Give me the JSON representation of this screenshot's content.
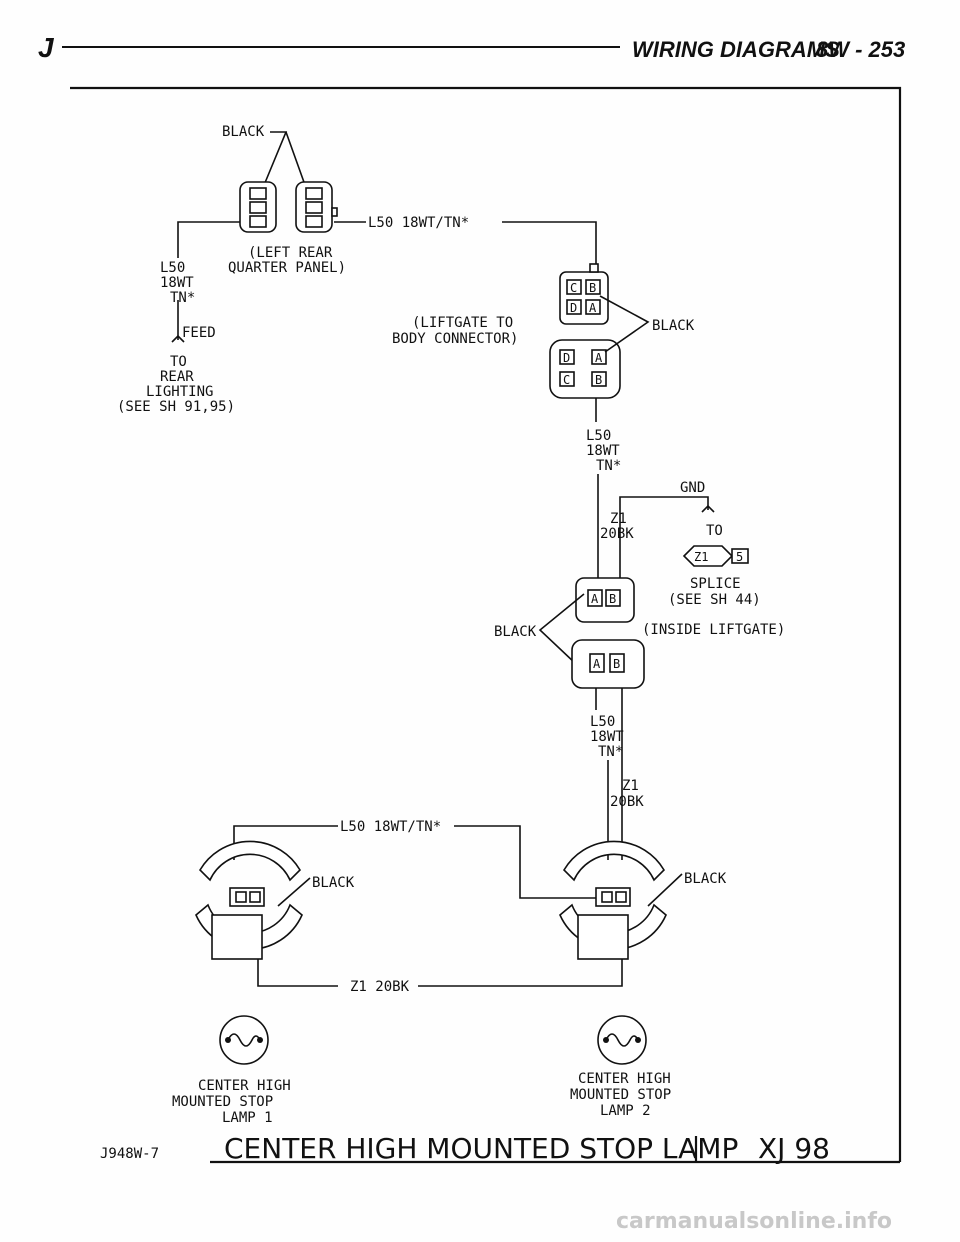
{
  "header": {
    "letter": "J",
    "title": "WIRING DIAGRAMS",
    "page": "8W - 253"
  },
  "footer": {
    "code": "J948W-7",
    "title": "CENTER HIGH MOUNTED STOP LAMP",
    "model": "XJ 98"
  },
  "labels": {
    "black_top": "BLACK",
    "circuit_top": "L50 18WT/TN*",
    "left_rear_1": "(LEFT REAR",
    "left_rear_2": "QUARTER PANEL)",
    "l50_left_1": "L50",
    "l50_left_2": "18WT",
    "l50_left_3": "TN*",
    "feed": "FEED",
    "to_rear_1": "TO",
    "to_rear_2": "REAR",
    "to_rear_3": "LIGHTING",
    "to_rear_4": "(SEE SH 91,95)",
    "liftgate_1": "(LIFTGATE TO",
    "liftgate_2": "BODY CONNECTOR)",
    "black_right": "BLACK",
    "pin_c": "C",
    "pin_b": "B",
    "pin_d": "D",
    "pin_a": "A",
    "l50_mid_1": "L50",
    "l50_mid_2": "18WT",
    "l50_mid_3": "TN*",
    "gnd": "GND",
    "z1_1": "Z1",
    "z1_2": "20BK",
    "to_splice": "TO",
    "splice_id": "Z1",
    "splice_num": "5",
    "splice_1": "SPLICE",
    "splice_2": "(SEE SH 44)",
    "black_mid": "BLACK",
    "inside_liftgate": "(INSIDE LIFTGATE)",
    "l50_low_1": "L50",
    "l50_low_2": "18WT",
    "l50_low_3": "TN*",
    "z1_low_1": "Z1",
    "z1_low_2": "20BK",
    "circuit_low": "L50 18WT/TN*",
    "black_lamp1": "BLACK",
    "black_lamp2": "BLACK",
    "z1_bottom": "Z1 20BK",
    "lamp1_1": "CENTER HIGH",
    "lamp1_2": "MOUNTED STOP",
    "lamp1_3": "LAMP 1",
    "lamp2_1": "CENTER HIGH",
    "lamp2_2": "MOUNTED STOP",
    "lamp2_3": "LAMP 2"
  },
  "watermark": "carmanualsonline.info"
}
